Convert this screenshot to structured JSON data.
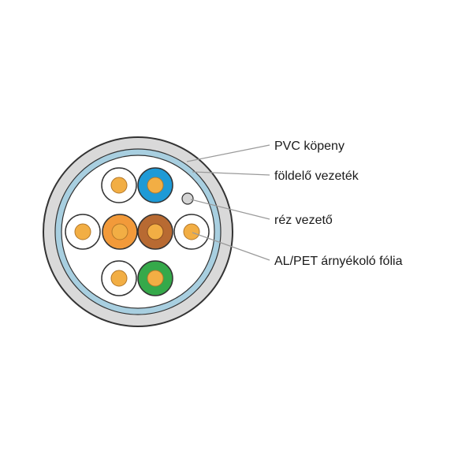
{
  "labels": {
    "pvc_jacket": "PVC köpeny",
    "drain_wire": "földelő vezeték",
    "copper_conductor": "réz vezető",
    "foil_shield": "AL/PET árnyékoló fólia"
  },
  "colors": {
    "jacket": "#d9d9d9",
    "shield": "#a8cfe0",
    "inner": "#ffffff",
    "outline": "#333333",
    "leader": "#9a9a9a",
    "copper": "#f2ae44",
    "pair_blue": "#1e9ad6",
    "pair_orange": "#f29a3a",
    "pair_brown": "#b86a32",
    "pair_green": "#35a94a",
    "pair_white": "#ffffff",
    "drain": "#d4d4d4"
  }
}
